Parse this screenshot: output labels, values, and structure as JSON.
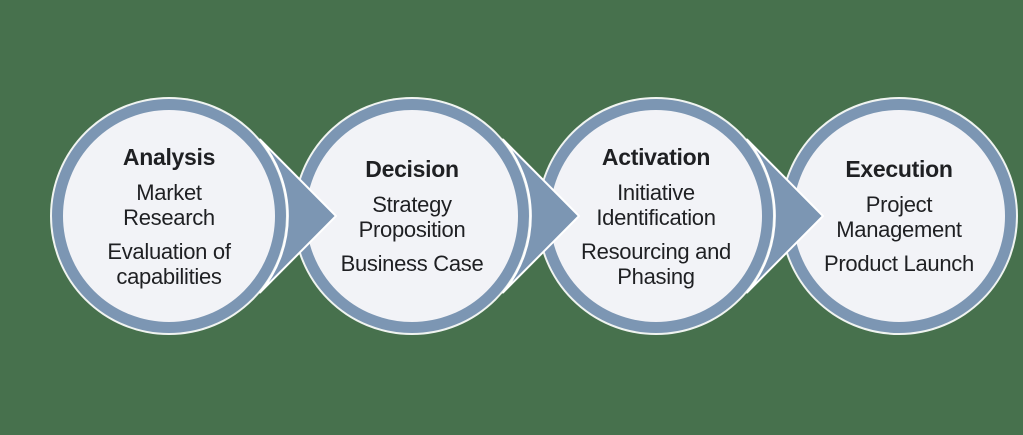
{
  "colors": {
    "background": "#47714D",
    "accent": "#7C96B3",
    "circle-fill": "#F2F3F7",
    "text": "#1F2023"
  },
  "diagram": {
    "type": "process-flow",
    "direction": "left-to-right"
  },
  "stages": [
    {
      "title": "Analysis",
      "items": [
        "Market\nResearch",
        "Evaluation of\ncapabilities"
      ]
    },
    {
      "title": "Decision",
      "items": [
        "Strategy\nProposition",
        "Business Case"
      ]
    },
    {
      "title": "Activation",
      "items": [
        "Initiative\nIdentification",
        "Resourcing and\nPhasing"
      ]
    },
    {
      "title": "Execution",
      "items": [
        "Project\nManagement",
        "Product Launch"
      ]
    }
  ]
}
